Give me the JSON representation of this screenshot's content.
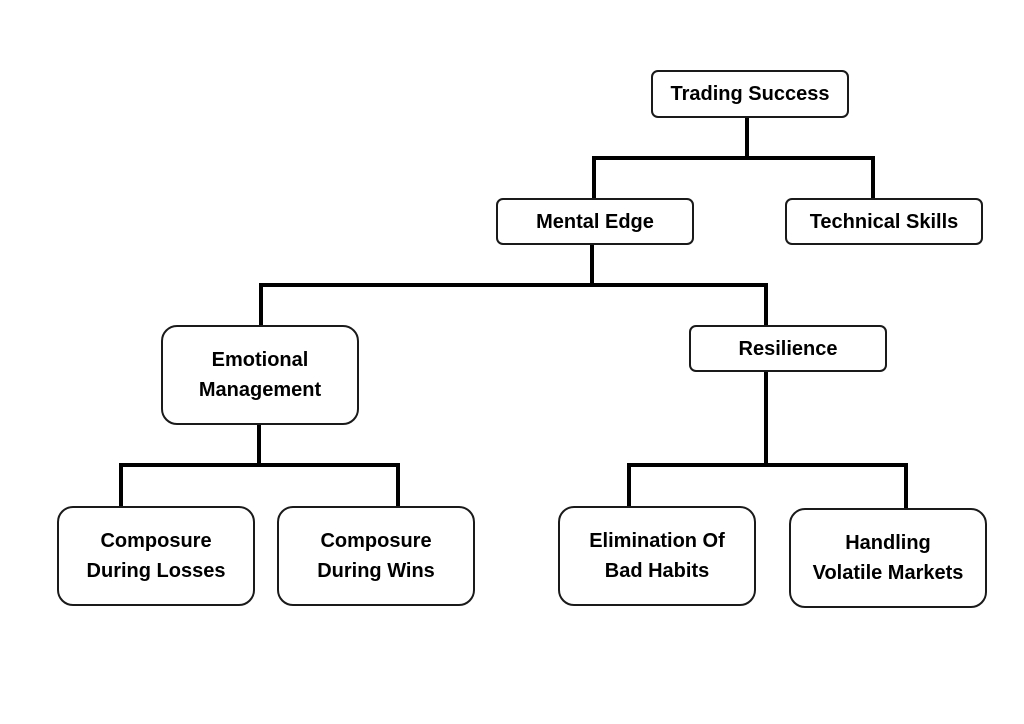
{
  "diagram": {
    "nodes": {
      "root": {
        "label": "Trading Success"
      },
      "mental_edge": {
        "label": "Mental Edge"
      },
      "technical_skills": {
        "label": "Technical Skills"
      },
      "emotional_management": {
        "line1": "Emotional",
        "line2": "Management"
      },
      "resilience": {
        "label": "Resilience"
      },
      "composure_losses": {
        "line1": "Composure",
        "line2": "During Losses"
      },
      "composure_wins": {
        "line1": "Composure",
        "line2": "During Wins"
      },
      "elimination_bad_habits": {
        "line1": "Elimination Of",
        "line2": "Bad Habits"
      },
      "handling_volatile": {
        "line1": "Handling",
        "line2": "Volatile Markets"
      }
    },
    "colors": {
      "line": "#000000",
      "border": "#1a1a1a",
      "background": "#ffffff",
      "text": "#000000"
    }
  }
}
